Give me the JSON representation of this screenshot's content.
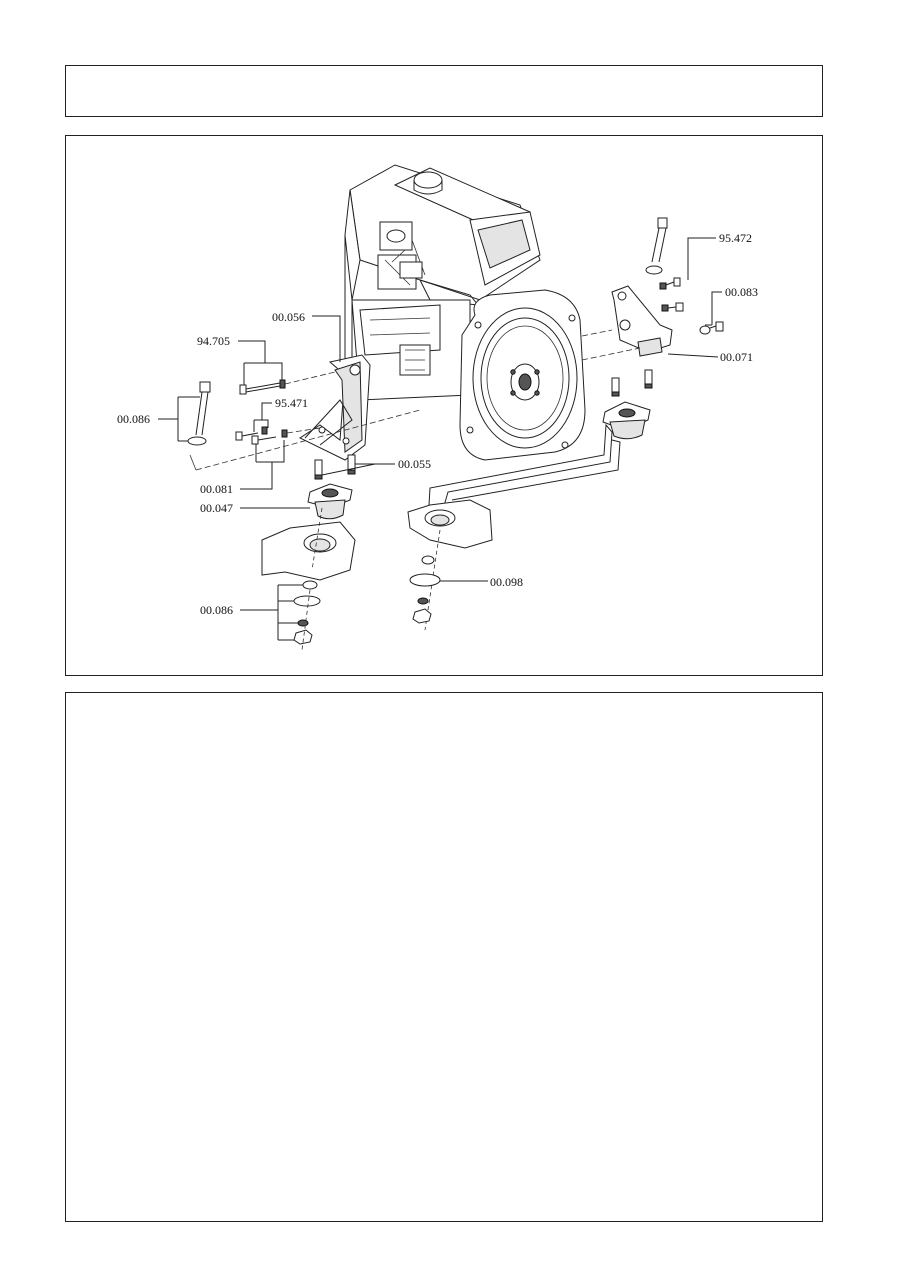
{
  "header": {
    "title": ""
  },
  "diagram": {
    "labels": {
      "p00_056": "00.056",
      "p94_705": "94.705",
      "p95_471": "95.471",
      "p00_086_left": "00.086",
      "p00_081": "00.081",
      "p00_055": "00.055",
      "p00_047": "00.047",
      "p00_086_bottom": "00.086",
      "p00_098": "00.098",
      "p95_472": "95.472",
      "p00_083": "00.083",
      "p00_071": "00.071"
    }
  },
  "notes": {
    "text": ""
  }
}
